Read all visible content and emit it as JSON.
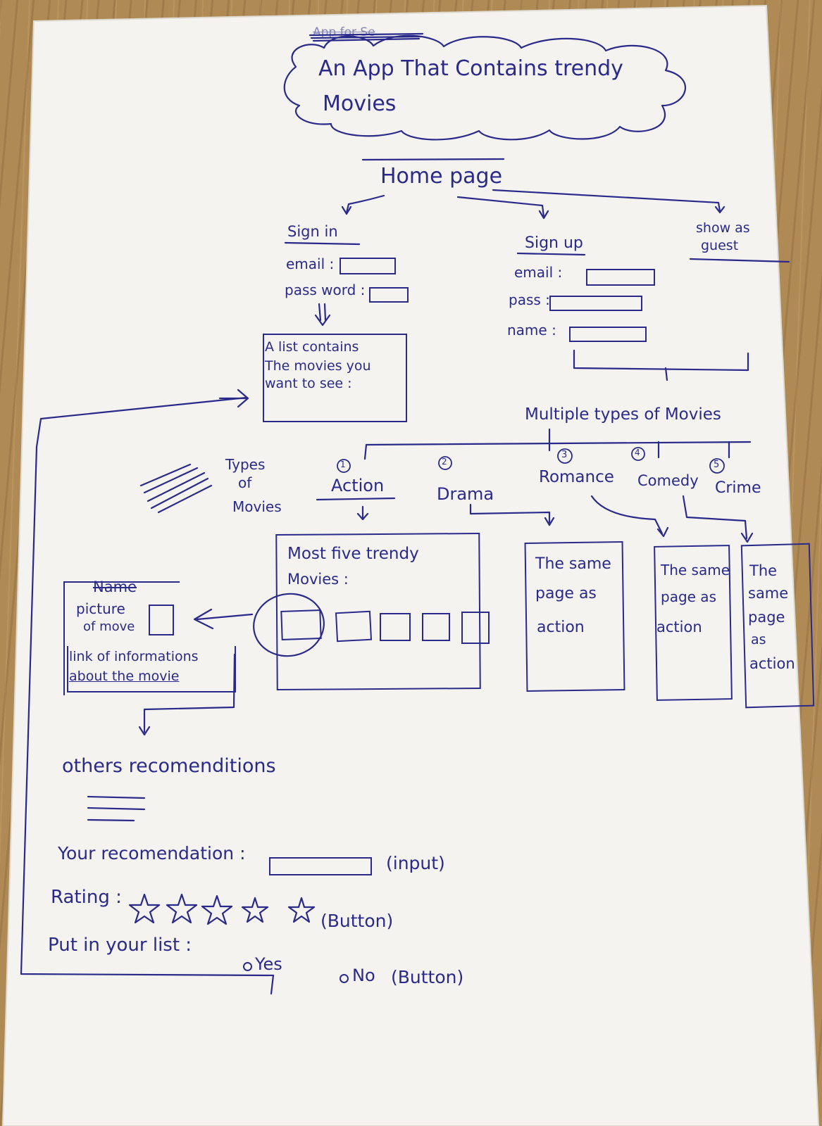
{
  "title": {
    "crossed_out": "App for Se",
    "line1": "An App That Contains trendy",
    "line2": "Movies"
  },
  "home_page": "Home page",
  "sign_in": {
    "heading": "Sign in",
    "email_label": "email :",
    "password_label": "pass word :",
    "list_text": [
      "A list contains",
      "The movies you",
      "want to see :"
    ]
  },
  "sign_up": {
    "heading": "Sign up",
    "email_label": "email :",
    "pass_label": "pass :",
    "name_label": "name :"
  },
  "guest": {
    "line1": "show as",
    "line2": "guest"
  },
  "movie_types": {
    "heading": "Multiple types of Movies",
    "side_label_1": "Types",
    "side_label_2": "of",
    "side_label_3": "Movies",
    "items": [
      {
        "num": "1",
        "label": "Action"
      },
      {
        "num": "2",
        "label": "Drama"
      },
      {
        "num": "3",
        "label": "Romance"
      },
      {
        "num": "4",
        "label": "Comedy"
      },
      {
        "num": "5",
        "label": "Crime"
      }
    ]
  },
  "trendy": {
    "line1": "Most five trendy",
    "line2": "Movies :"
  },
  "movie_detail": {
    "name": "Name",
    "picture_1": "picture",
    "picture_2": "of move",
    "link_1": "link of informations",
    "link_2": "about the movie"
  },
  "same_page": {
    "drama": [
      "The same",
      "page as",
      "action"
    ],
    "comedy": [
      "The same",
      "page as",
      "action"
    ],
    "crime": [
      "The",
      "same",
      "page",
      "as",
      "action"
    ]
  },
  "recommendations": {
    "heading": "others recomenditions",
    "your_label": "Your recomendation :",
    "input_note": "(input)",
    "rating_label": "Rating :",
    "rating_note": "(Button)",
    "put_label": "Put in your list :",
    "yes": "Yes",
    "no": "No",
    "put_note": "(Button)"
  }
}
